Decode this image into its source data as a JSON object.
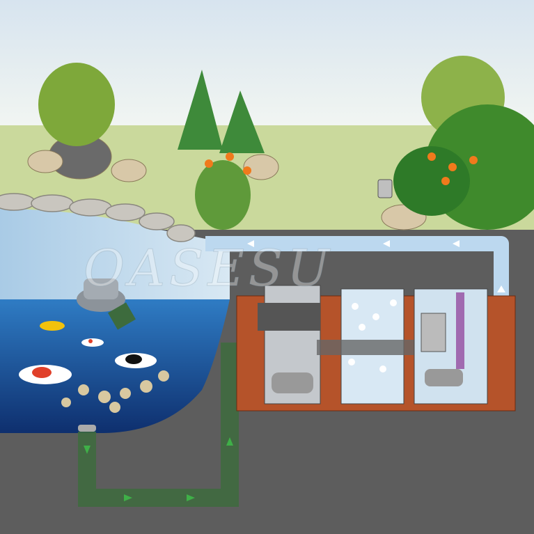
{
  "watermark": {
    "text": "OASESU"
  },
  "colors": {
    "sky": "#dfe9f2",
    "lawn": "#c9d99a",
    "ground": "#5e5e5e",
    "pond_water": "#1d4f9a",
    "pond_surface": "#bcd6ea",
    "filter_housing": "#b5532a",
    "suction_pipe": "#3d7a3d",
    "return_pipe": "#bcd8ef",
    "flow_arrow_green": "#2f9a3a",
    "flow_arrow_white": "#ffffff"
  },
  "components": [
    "pond",
    "pump",
    "bottom-drain",
    "skimmer",
    "filter-chamber-mechanical",
    "filter-chamber-biological",
    "filter-chamber-uv",
    "return-pipe",
    "suction-pipe",
    "koi-fish",
    "plants",
    "rocks",
    "garden-light"
  ]
}
